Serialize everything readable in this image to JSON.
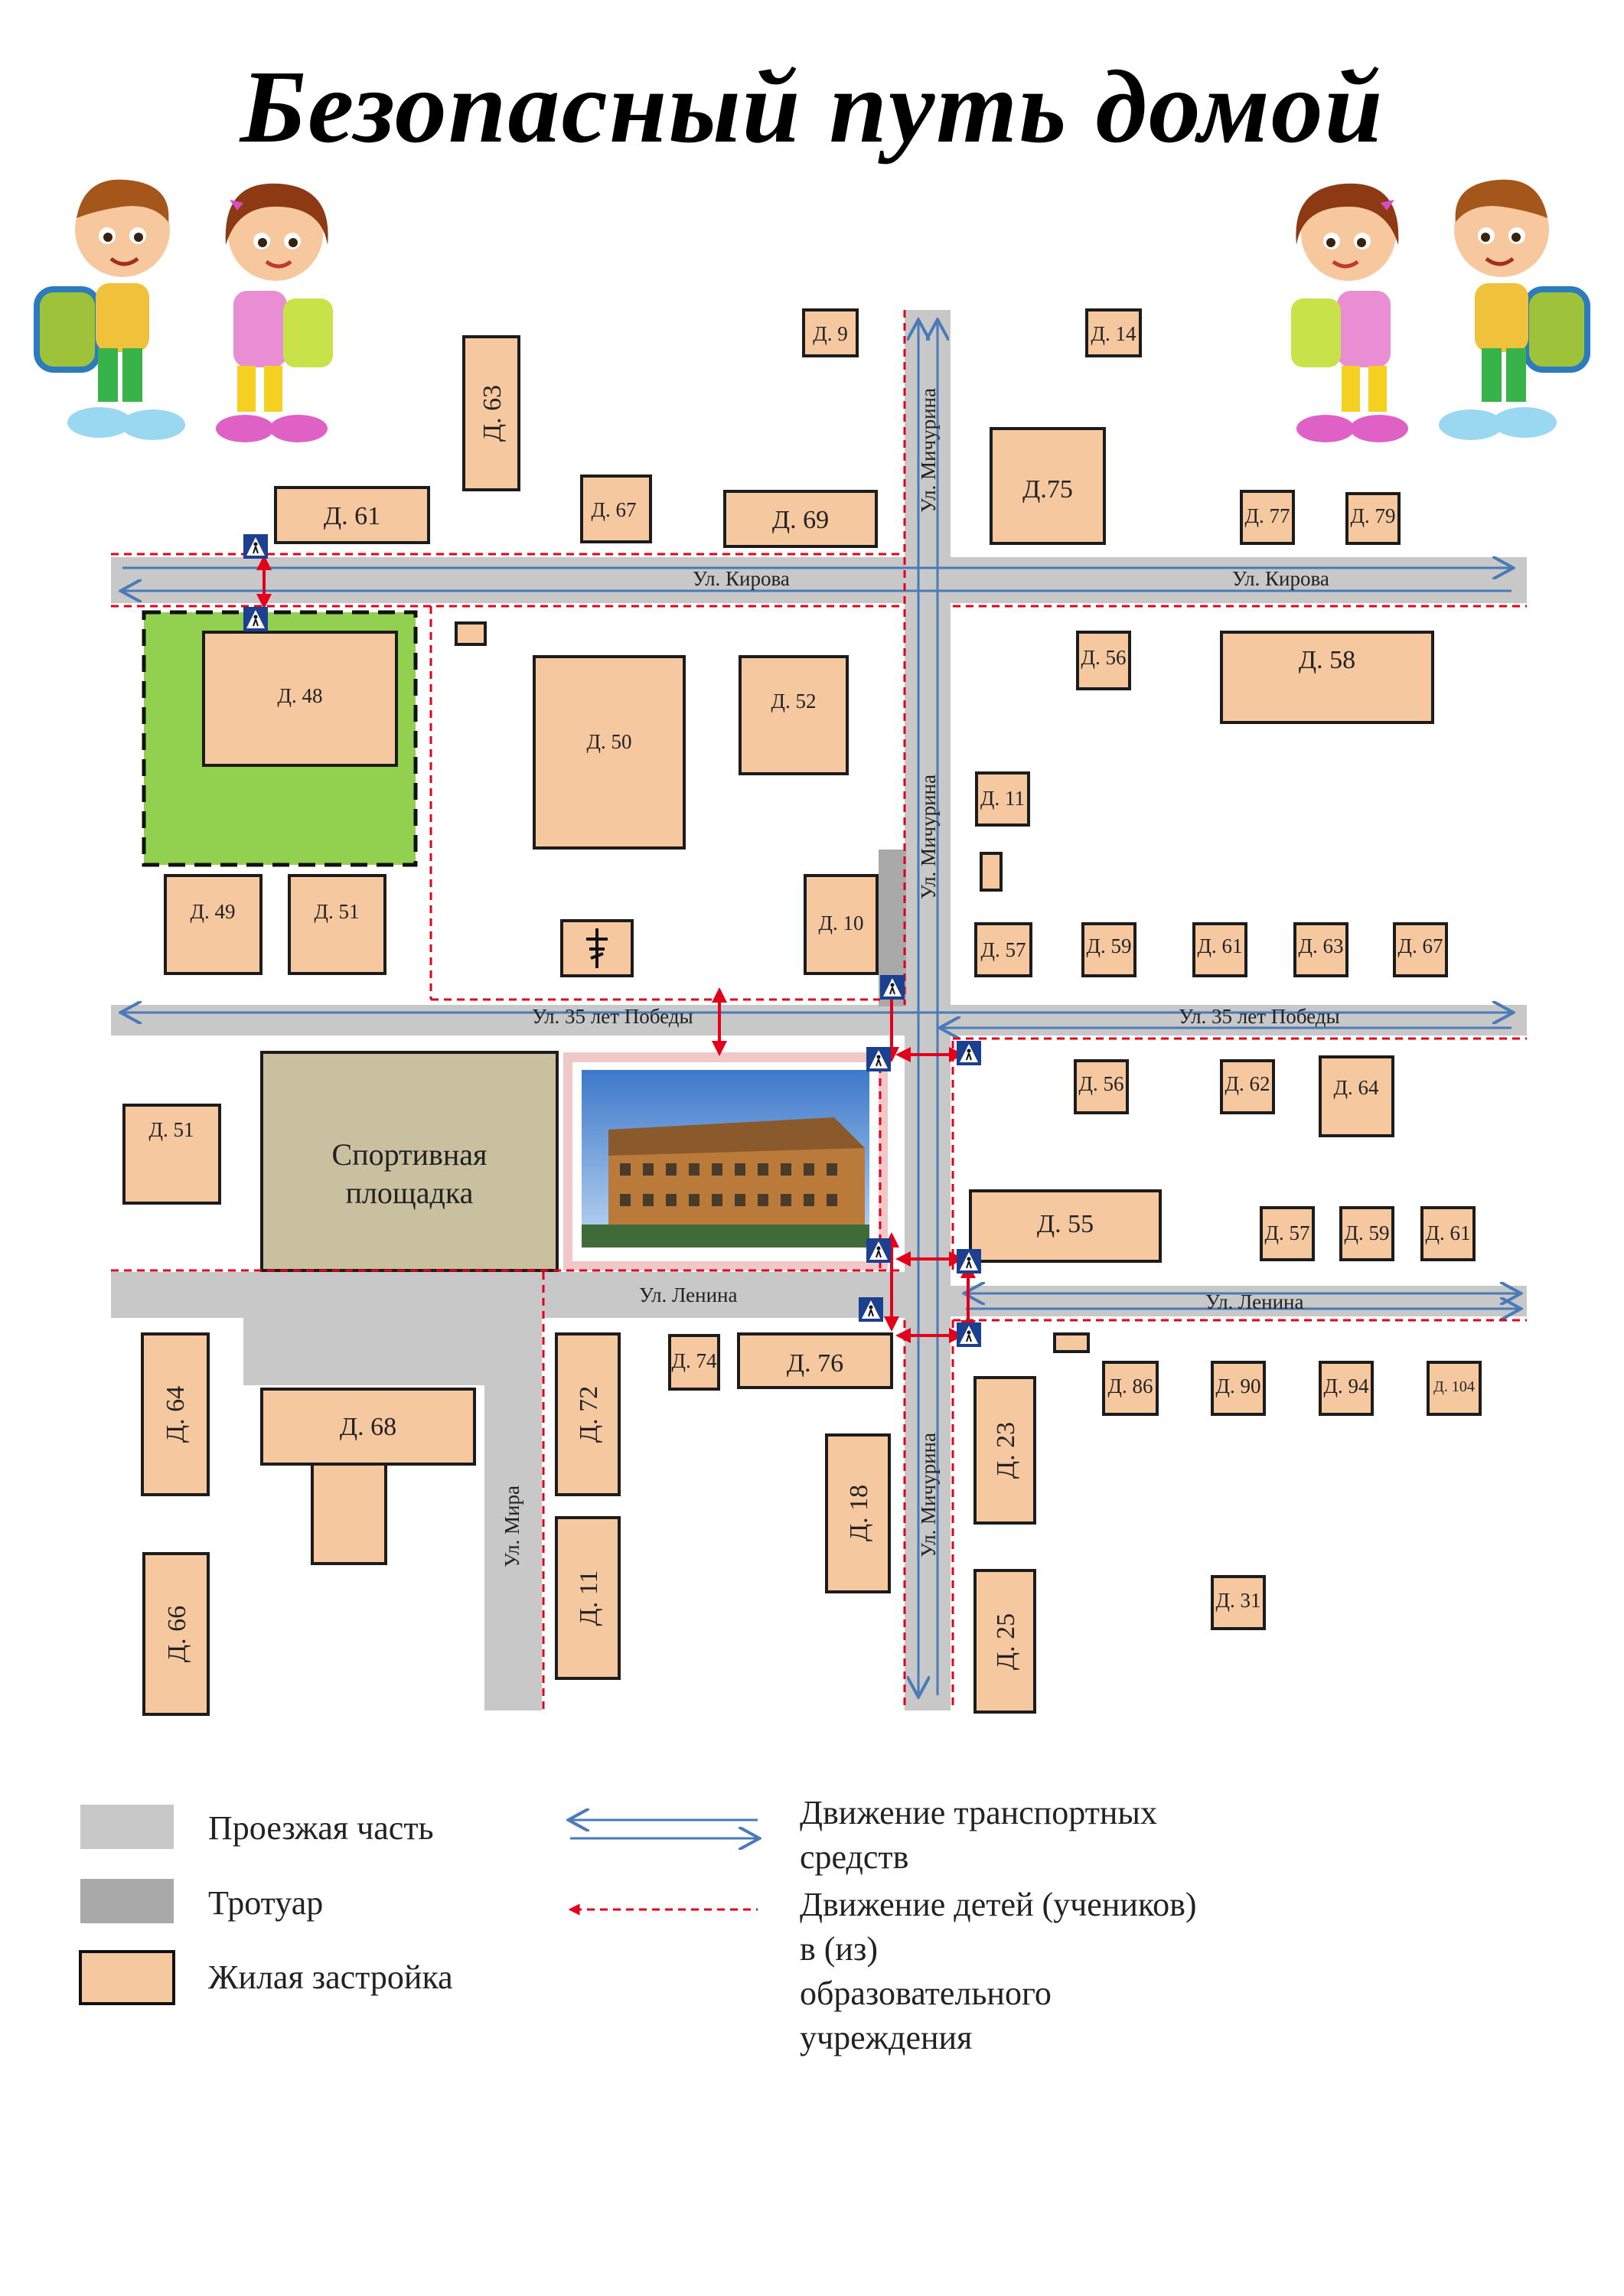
{
  "title": "Безопасный путь домой",
  "colors": {
    "road": "#c8c8c8",
    "sidewalk": "#a9a9a9",
    "building": "#f6c8a0",
    "park": "#92d050",
    "sport": "#c8c09f",
    "traffic_arrow": "#4a7ab8",
    "kids_path": "#e3001b",
    "crossing_sign": "#1d3f8f"
  },
  "streets": {
    "kirova_1": "Ул. Кирова",
    "kirova_2": "Ул. Кирова",
    "michurina_1": "Ул. Мичурина",
    "michurina_2": "Ул. Мичурина",
    "michurina_3": "Ул. Мичурина",
    "pobedy_1": "Ул. 35 лет Победы",
    "pobedy_2": "Ул. 35 лет Победы",
    "lenina_1": "Ул. Ленина",
    "lenina_2": "Ул. Ленина",
    "mira": "Ул. Мира"
  },
  "buildings": {
    "d9": "Д. 9",
    "d14": "Д. 14",
    "d63v": "Д. 63",
    "d61a": "Д. 61",
    "d67a": "Д. 67",
    "d69": "Д. 69",
    "d75": "Д.75",
    "d77": "Д. 77",
    "d79": "Д. 79",
    "d48": "Д. 48",
    "d50": "Д. 50",
    "d52": "Д. 52",
    "d56a": "Д. 56",
    "d58": "Д. 58",
    "d11a": "Д. 11",
    "d49": "Д. 49",
    "d51a": "Д. 51",
    "d10": "Д. 10",
    "d57a": "Д. 57",
    "d59a": "Д. 59",
    "d61b": "Д. 61",
    "d63": "Д. 63",
    "d67b": "Д. 67",
    "d51b": "Д. 51",
    "d56b": "Д. 56",
    "d62": "Д. 62",
    "d64a": "Д. 64",
    "d55": "Д. 55",
    "d57b": "Д. 57",
    "d59b": "Д. 59",
    "d61c": "Д. 61",
    "d64v": "Д. 64",
    "d68": "Д. 68",
    "d72": "Д. 72",
    "d74": "Д. 74",
    "d76": "Д. 76",
    "d86": "Д. 86",
    "d90": "Д. 90",
    "d94": "Д. 94",
    "d104": "Д. 104",
    "d23": "Д. 23",
    "d18": "Д. 18",
    "d11b": "Д. 11",
    "d66": "Д. 66",
    "d25": "Д. 25",
    "d31": "Д. 31"
  },
  "sports_ground": [
    "Спортивная",
    "площадка"
  ],
  "church_icon": "orthodox-cross-icon",
  "school_photo": "school-building-photo",
  "legend": {
    "road": "Проезжая часть",
    "sidewalk": "Тротуар",
    "building": "Жилая застройка",
    "traffic": [
      "Движение транспортных",
      "средств"
    ],
    "children": [
      "Движение детей (учеников)",
      "в (из)",
      "образовательного",
      "учреждения"
    ]
  }
}
